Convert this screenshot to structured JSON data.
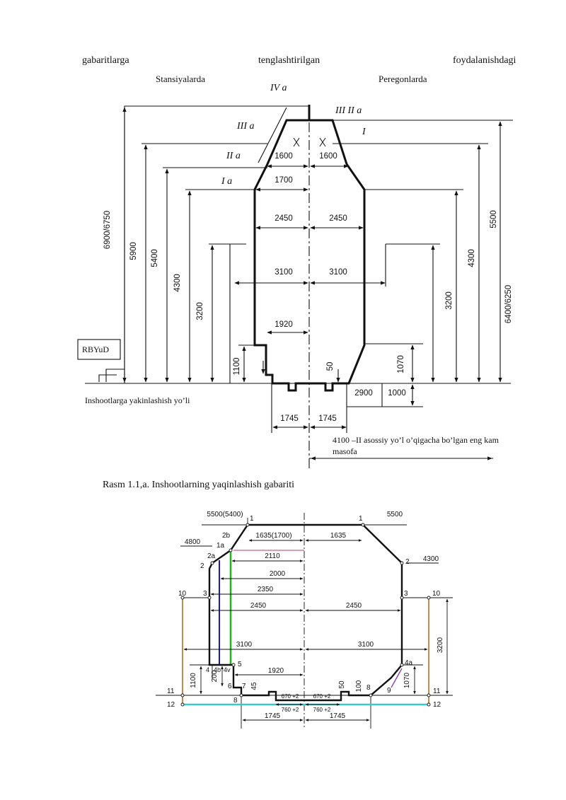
{
  "header": {
    "w1": "gabaritlarga",
    "w2": "tenglashtirilgan",
    "w3": "foydalanishdagi"
  },
  "fig1": {
    "stations": "Stansiyalarda",
    "peregons": "Peregonlarda",
    "g4a": "IV a",
    "g3a2a": "III  II a",
    "g3a": "III a",
    "g1": "I",
    "g2a": "II a",
    "g1a": "I a",
    "rbyud": "RBYuD",
    "approach": "Inshootlarga yakinlashish yo’li",
    "dims": {
      "d1600l": "1600",
      "d1600r": "1600",
      "d1700": "1700",
      "d2450l": "2450",
      "d2450r": "2450",
      "d3100l": "3100",
      "d3100r": "3100",
      "d1920": "1920",
      "d1745l": "1745",
      "d1745r": "1745",
      "d2900": "2900",
      "d1000": "1000",
      "d50": "50",
      "d1100": "1100",
      "d1070": "1070",
      "v6900": "6900/6750",
      "v5900": "5900",
      "v5400": "5400",
      "v4300l": "4300",
      "v3200l": "3200",
      "v3200r": "3200",
      "v4300r": "4300",
      "v5500": "5500",
      "v6400": "6400/6250"
    },
    "note1": "4100 –II asossiy yo’l o’qigacha bo’lgan eng kam",
    "note2": "masofa"
  },
  "caption": "Rasm 1.1,a. Inshootlarning yaqinlashish gabariti",
  "fig2": {
    "t5500l": "5500(5400)",
    "t5500r": "5500",
    "t4800": "4800",
    "t4300": "4300",
    "d1635l": "1635(1700)",
    "d1635r": "1635",
    "d2110": "2110",
    "d2000": "2000",
    "d2350": "2350",
    "d2450l": "2450",
    "d2450r": "2450",
    "d3100l": "3100",
    "d3100r": "3100",
    "d1920": "1920",
    "d670l": "670 +2",
    "d670r": "670 +2",
    "d760l": "760 +2",
    "d760r": "760 +2",
    "d1745l": "1745",
    "d1745r": "1745",
    "d1100": "1100",
    "d200": "200",
    "d45": "45",
    "d50": "50",
    "d100": "100",
    "d1070": "1070",
    "d3200": "3200",
    "p1l": "1",
    "p1r": "1",
    "p2b": "2b",
    "p1a": "1a",
    "p2a": "2a",
    "p2l": "2",
    "p2r": "2",
    "p10l": "10",
    "p10r": "10",
    "p3l": "3",
    "p3r": "3",
    "p4": "4",
    "p4b": "4b",
    "p4v": "4v",
    "p5": "5",
    "p4a": "4a",
    "p6": "6",
    "p7": "7",
    "p8l": "8",
    "p8r": "8",
    "p9": "9",
    "p11l": "11",
    "p11r": "11",
    "p12l": "12",
    "p12r": "12"
  }
}
